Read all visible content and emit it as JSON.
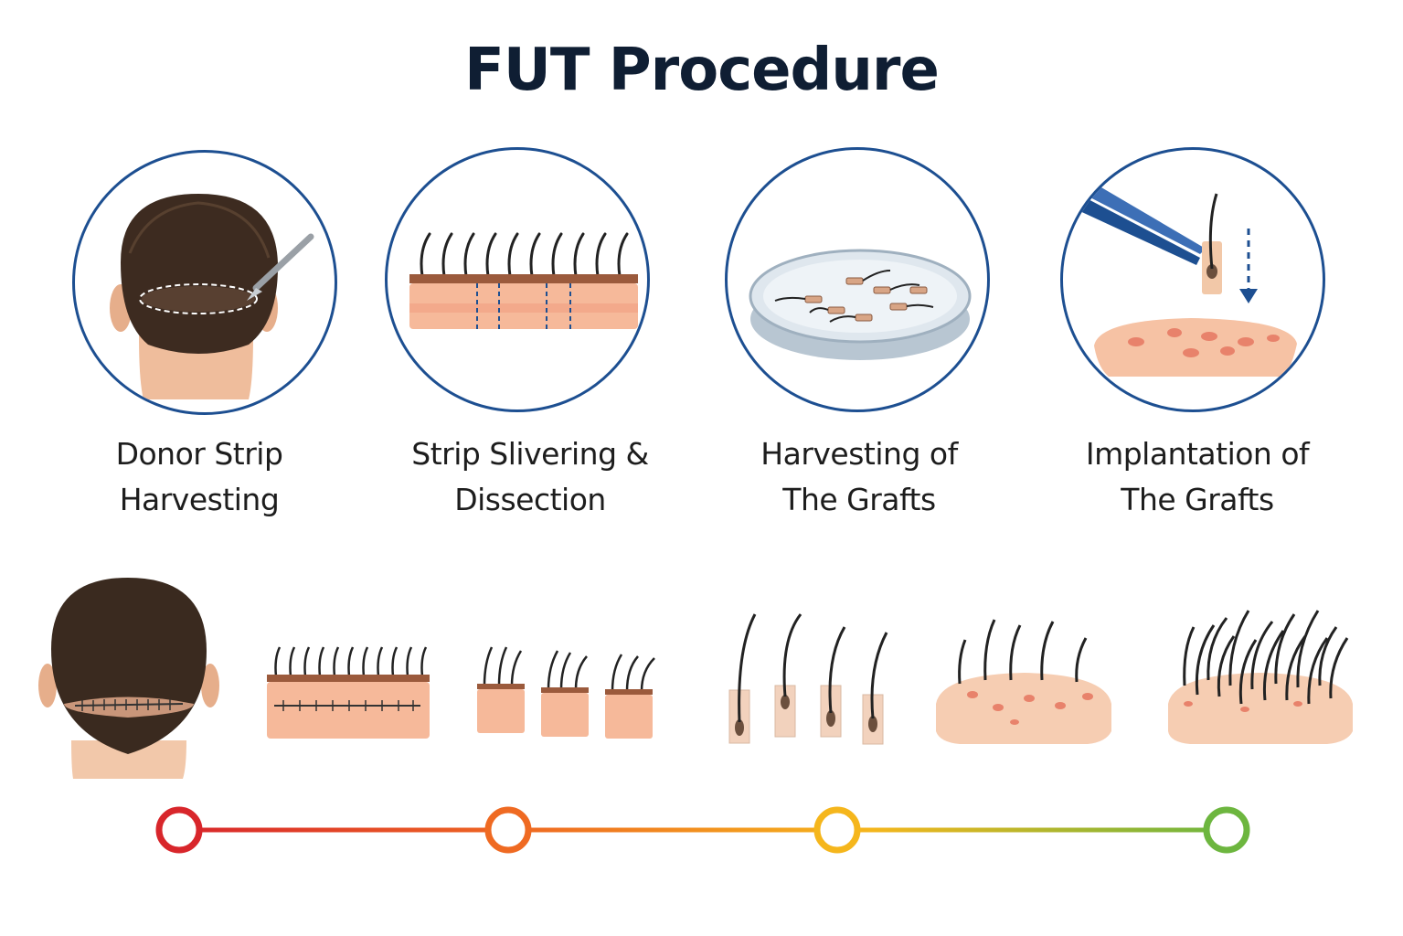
{
  "title": "FUT Procedure",
  "steps": [
    {
      "line1": "Donor Strip",
      "line2": "Harvesting"
    },
    {
      "line1": "Strip Slivering &",
      "line2": "Dissection"
    },
    {
      "line1": "Harvesting of",
      "line2": "The Grafts"
    },
    {
      "line1": "Implantation of",
      "line2": "The Grafts"
    }
  ],
  "colors": {
    "circle_border": "#1d4f91",
    "hair": "#2a1d16",
    "skin": "#f4c4a4",
    "tissue": "#f2a98c",
    "timeline": [
      "#d8262b",
      "#ef6a22",
      "#f5b61c",
      "#6db63f"
    ]
  }
}
